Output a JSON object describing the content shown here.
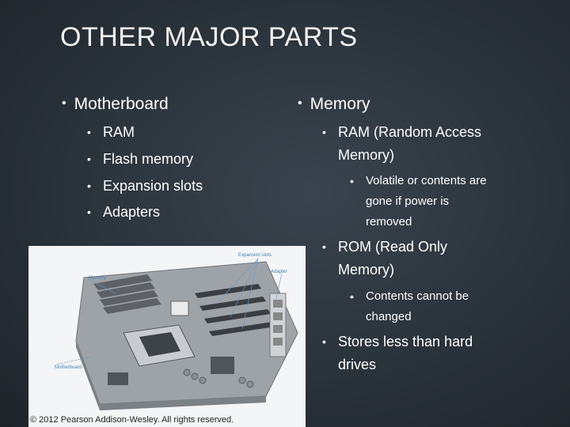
{
  "slide": {
    "title": "OTHER MAJOR PARTS"
  },
  "left": {
    "heading": "Motherboard",
    "items": [
      "RAM",
      "Flash memory",
      "Expansion slots",
      "Adapters"
    ]
  },
  "right": {
    "heading": "Memory",
    "items": [
      {
        "text": "RAM (Random Access Memory)",
        "line1": "RAM (Random Access",
        "line2": "Memory)",
        "sub": [
          "Volatile or contents are",
          "gone if power is",
          "removed"
        ]
      },
      {
        "text": "ROM (Read Only Memory)",
        "line1": "ROM (Read Only",
        "line2": "Memory)",
        "sub": [
          "Contents cannot be",
          "changed"
        ]
      },
      {
        "text": "Stores less than hard drives",
        "line1": "Stores less than hard",
        "line2": "drives"
      }
    ]
  },
  "figure": {
    "labels": {
      "expansion_slots": "Expansion slots",
      "memory": "Memory",
      "adapter": "Adapter",
      "motherboard": "Motherboard"
    },
    "caption": "© 2012 Pearson Addison-Wesley. All rights reserved."
  }
}
